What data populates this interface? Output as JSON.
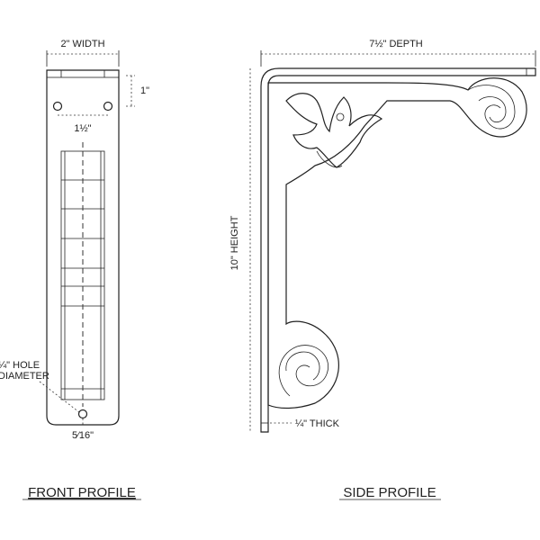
{
  "front": {
    "width_label": "2\" WIDTH",
    "top_offset_label": "1\"",
    "hole_spacing_label": "1½\"",
    "hole_label_line1": "¼\" HOLE",
    "hole_label_line2": "DIAMETER",
    "bottom_offset_label": "5⁄16\"",
    "title": "FRONT PROFILE"
  },
  "side": {
    "depth_label": "7½\" DEPTH",
    "height_label": "10\" HEIGHT",
    "thickness_label": "¼\" THICK",
    "title": "SIDE PROFILE"
  }
}
